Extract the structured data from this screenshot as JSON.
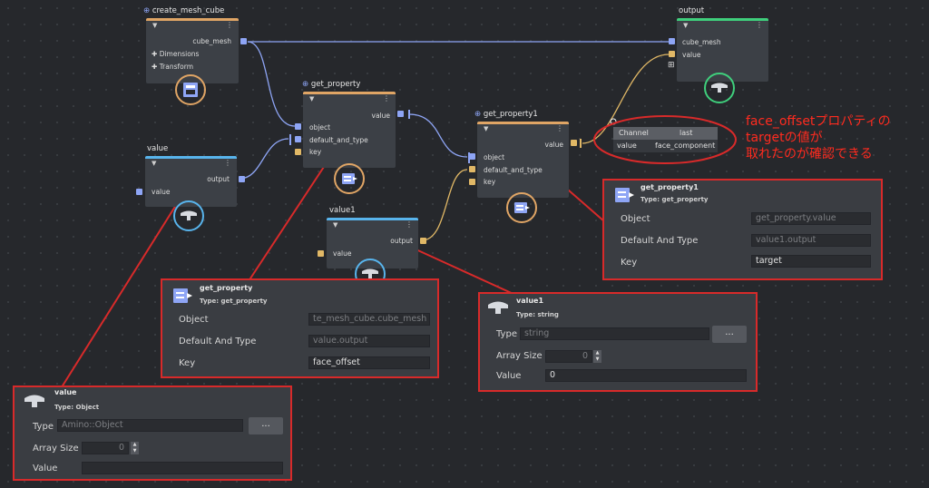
{
  "graph": {
    "node_create_mesh": {
      "title": "create_mesh_cube",
      "port_out": "cube_mesh",
      "item1": "Dimensions",
      "item2": "Transform"
    },
    "node_output": {
      "title": "output",
      "port1": "cube_mesh",
      "port2": "value"
    },
    "node_get_property": {
      "title": "get_property",
      "port_out": "value",
      "port1": "object",
      "port2": "default_and_type",
      "port3": "key"
    },
    "node_get_property1": {
      "title": "get_property1",
      "port_out": "value",
      "port1": "object",
      "port2": "default_and_type",
      "port3": "key"
    },
    "node_value": {
      "title": "value",
      "port_out": "output",
      "port_in": "value"
    },
    "node_value1": {
      "title": "value1",
      "port_out": "output",
      "port_in": "value"
    }
  },
  "channel_table": {
    "header": [
      "Channel",
      "last"
    ],
    "row": [
      "value",
      "face_component"
    ]
  },
  "annotation": {
    "line1": "face_offsetプロパティの",
    "line2": "targetの値が",
    "line3": "取れたのが確認できる"
  },
  "panel_get_property1": {
    "title": "get_property1",
    "type": "Type: get_property",
    "fields": [
      {
        "label": "Object",
        "value": "get_property.value"
      },
      {
        "label": "Default And Type",
        "value": "value1.output"
      },
      {
        "label": "Key",
        "value": "target"
      }
    ]
  },
  "panel_get_property": {
    "title": "get_property",
    "type": "Type: get_property",
    "fields": [
      {
        "label": "Object",
        "value": "te_mesh_cube.cube_mesh"
      },
      {
        "label": "Default And Type",
        "value": "value.output"
      },
      {
        "label": "Key",
        "value": "face_offset"
      }
    ]
  },
  "panel_value1": {
    "title": "value1",
    "type": "Type: string",
    "type_label": "Type",
    "type_placeholder": "string",
    "browse": "...",
    "array_label": "Array Size",
    "array_value": "0",
    "value_label": "Value",
    "value": "0"
  },
  "panel_value": {
    "title": "value",
    "type": "Type: Object",
    "type_label": "Type",
    "type_placeholder": "Amino::Object",
    "browse": "...",
    "array_label": "Array Size",
    "array_value": "0",
    "value_label": "Value",
    "value": ""
  },
  "colors": {
    "background": "#26282c",
    "node_body": "#3c4046",
    "header_orange": "#e0a565",
    "header_blue": "#58b4ec",
    "header_green": "#3fcf7c",
    "port_blue": "#8ea5f5",
    "port_yellow": "#e1b866",
    "annotation_red": "#ff2b1f"
  },
  "icons": {
    "node_badge_compound": "compound-node-icon",
    "node_badge_value": "value-node-icon",
    "node_badge_output": "output-node-icon"
  }
}
